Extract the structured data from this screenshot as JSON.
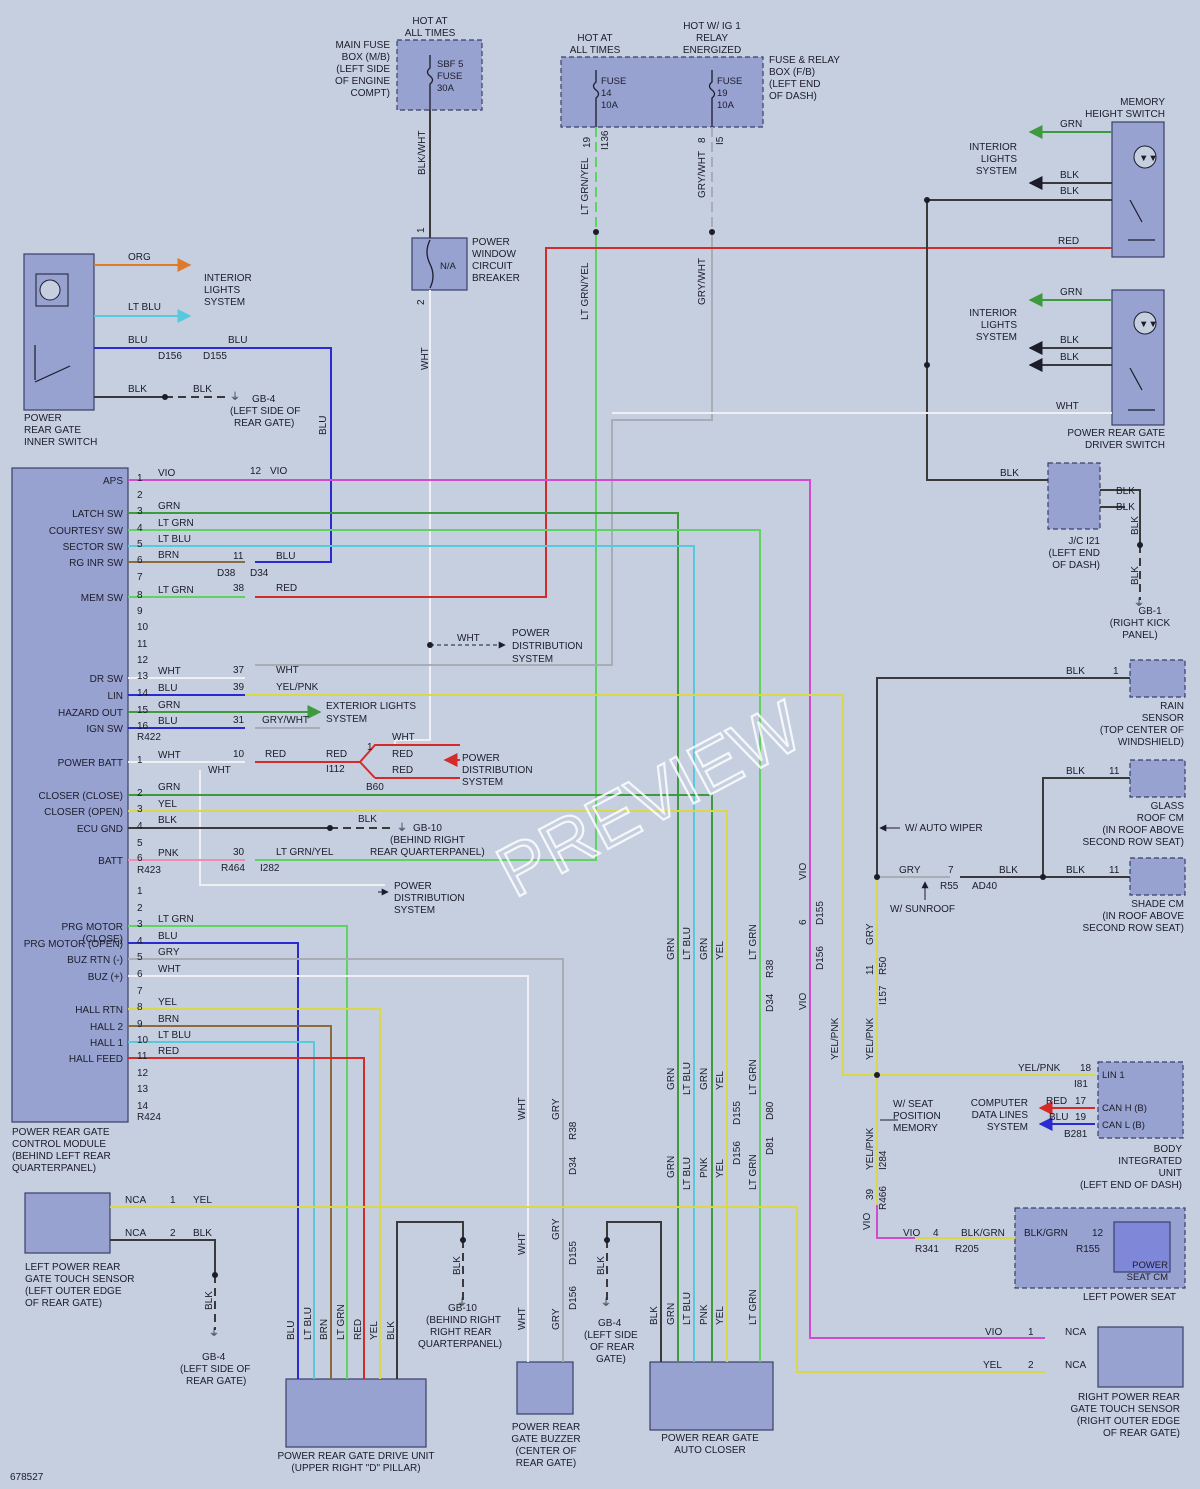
{
  "diagram_id": "678527",
  "watermark": "PREVIEW",
  "colors": {
    "VIO": "#d14bd0",
    "GRN": "#3d9a3d",
    "LT_GRN": "#5fd35f",
    "LT_BLU": "#58c9dd",
    "BLU": "#2a2ad0",
    "BRN": "#8b6b3d",
    "RED": "#d42a2a",
    "YEL": "#d8d84a",
    "ORG": "#e07a2a",
    "BLK": "#3a3a3a",
    "WHT": "#eef0f4",
    "GRY": "#a8acb4",
    "PNK": "#ee8db0"
  },
  "components": {
    "main_fuse_box": {
      "hot": "HOT AT\nALL TIMES",
      "name": "MAIN FUSE\nBOX (M/B)\n(LEFT SIDE\nOF ENGINE\nCOMPT)",
      "fuse": "SBF 5\nFUSE\n30A"
    },
    "fuse_relay_box": {
      "hot1": "HOT AT\nALL TIMES",
      "hot2": "HOT W/ IG 1\nRELAY\nENERGIZED",
      "name": "FUSE & RELAY\nBOX (F/B)\n(LEFT END\nOF DASH)",
      "fuse14": "FUSE\n14\n10A",
      "fuse19": "FUSE\n19\n10A"
    },
    "breaker": {
      "name": "POWER\nWINDOW\nCIRCUIT\nBREAKER",
      "inner": "N/A"
    },
    "memory_height_switch": {
      "name": "MEMORY\nHEIGHT SWITCH"
    },
    "driver_switch": {
      "name": "POWER REAR GATE\nDRIVER SWITCH"
    },
    "interior_lights": "INTERIOR\nLIGHTS\nSYSTEM",
    "inner_switch": {
      "name": "POWER\nREAR GATE\nINNER SWITCH"
    },
    "gb4_inner": "GB-4\n(LEFT SIDE OF\nREAR GATE)",
    "jc_i21": "J/C I21\n(LEFT END\nOF DASH)",
    "gb1": "GB-1\n(RIGHT KICK\nPANEL)",
    "control_module": {
      "name": "POWER REAR GATE\nCONTROL MODULE\n(BEHIND LEFT REAR\nQUARTERPANEL)",
      "pins_a": [
        "APS",
        "",
        "LATCH SW",
        "COURTESY SW",
        "SECTOR SW",
        "RG INR SW",
        "",
        "MEM SW",
        "",
        "",
        "",
        "",
        "DR SW",
        "LIN",
        "HAZARD OUT",
        "IGN SW"
      ],
      "pins_b": [
        "POWER BATT",
        "CLOSER (CLOSE)",
        "CLOSER (OPEN)",
        "ECU GND",
        "",
        "BATT"
      ],
      "pins_c": [
        "",
        "",
        "PRG MOTOR\n(CLOSE)",
        "PRG MOTOR (OPEN)",
        "BUZ RTN (-)",
        "BUZ (+)",
        "",
        "HALL RTN",
        "HALL 2",
        "HALL 1",
        "HALL FEED",
        "",
        "",
        "",
        ""
      ],
      "conn": [
        "R422",
        "R423",
        "R424"
      ]
    },
    "power_distribution": "POWER\nDISTRIBUTION\nSYSTEM",
    "exterior_lights": "EXTERIOR LIGHTS\nSYSTEM",
    "gb10_a": "GB-10\n(BEHIND RIGHT\nREAR QUARTERPANEL)",
    "rain_sensor": "RAIN\nSENSOR\n(TOP CENTER OF\nWINDSHIELD)",
    "glass_roof": "GLASS\nROOF CM\n(IN ROOF ABOVE\nSECOND ROW SEAT)",
    "shade_cm": "SHADE CM\n(IN ROOF ABOVE\nSECOND ROW SEAT)",
    "w_auto_wiper": "W/ AUTO WIPER",
    "w_sunroof": "W/ SUNROOF",
    "w_seat_memory": "W/ SEAT\nPOSITION\nMEMORY",
    "can_system": "COMPUTER\nDATA LINES\nSYSTEM",
    "biu": {
      "name": "BODY\nINTEGRATED\nUNIT\n(LEFT END OF DASH)",
      "lin": "LIN 1",
      "canh": "CAN H (B)",
      "canl": "CAN L (B)"
    },
    "left_power_seat": {
      "name": "LEFT POWER SEAT",
      "inner": "POWER\nSEAT CM"
    },
    "left_touch": "LEFT POWER REAR\nGATE TOUCH SENSOR\n(LEFT OUTER EDGE\nOF REAR GATE)",
    "right_touch": "RIGHT POWER REAR\nGATE TOUCH SENSOR\n(RIGHT OUTER EDGE\nOF REAR GATE)",
    "gb4_a": "GB-4\n(LEFT SIDE OF\nREAR GATE)",
    "gb10_b": "GB-10\n(BEHIND RIGHT\nRIGHT REAR\nQUARTERPANEL)",
    "gb4_b": "GB-4\n(LEFT SIDE\nOF REAR\nGATE)",
    "drive_unit": "POWER REAR GATE DRIVE UNIT\n(UPPER RIGHT \"D\" PILLAR)",
    "buzzer": "POWER REAR\nGATE BUZZER\n(CENTER OF\nREAR GATE)",
    "auto_closer": "POWER REAR GATE\nAUTO CLOSER"
  },
  "wires": [
    {
      "c": "BLK/WHT",
      "c2": "WHT",
      "c3": "LT GRN/YEL",
      "c4": "GRY/WHT"
    }
  ],
  "labels": [
    "ORG",
    "LT BLU",
    "BLU",
    "BLK",
    "VIO",
    "GRN",
    "LT GRN",
    "BRN",
    "RED",
    "WHT",
    "YEL/PNK",
    "GRY/WHT",
    "YEL",
    "PNK",
    "GRY",
    "YEL/PNK",
    "BLK/GRN",
    "NCA",
    "D156",
    "D155",
    "D38",
    "D34",
    "R464",
    "I282",
    "I112",
    "B60",
    "R55",
    "AD40",
    "I157",
    "R50",
    "I81",
    "B281",
    "I284",
    "R466",
    "R341",
    "R205",
    "R155",
    "R38",
    "D80",
    "D81",
    "I136"
  ]
}
